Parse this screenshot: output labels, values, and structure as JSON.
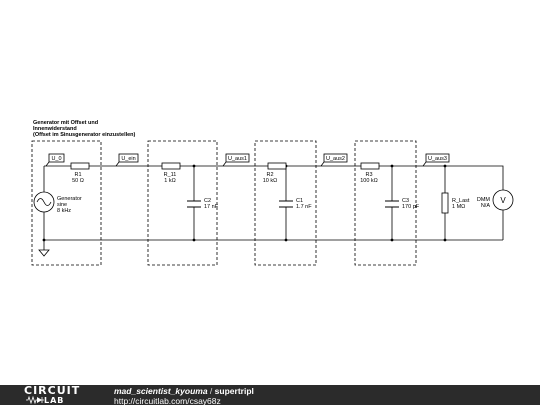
{
  "schematic": {
    "header": {
      "line1": "Generator mit Offset und",
      "line2": "Innenwiderstand",
      "line3": "(Offset im Sinusgenerator einzustellen)"
    },
    "probes": [
      "U_0",
      "U_ein",
      "U_aus1",
      "U_aus2",
      "U_aus3"
    ],
    "generator": {
      "name": "Generator",
      "type": "sine",
      "freq": "8 kHz"
    },
    "resistors": [
      {
        "name": "R1",
        "value": "50 Ω"
      },
      {
        "name": "R_11",
        "value": "1 kΩ"
      },
      {
        "name": "R2",
        "value": "10 kΩ"
      },
      {
        "name": "R3",
        "value": "100 kΩ"
      },
      {
        "name": "R_Last",
        "value": "1 MΩ"
      }
    ],
    "capacitors": [
      {
        "name": "C2",
        "value": "17 nF"
      },
      {
        "name": "C1",
        "value": "1.7 nF"
      },
      {
        "name": "C3",
        "value": "170 pF"
      }
    ],
    "meter": {
      "name": "DMM",
      "reading": "N/A",
      "symbol": "V"
    }
  },
  "footer": {
    "logo_top": "CIRCUIT",
    "logo_bottom": "LAB",
    "user": "mad_scientist_kyouma",
    "separator": "/",
    "title": "supertripl",
    "url": "http://circuitlab.com/csay68z"
  }
}
